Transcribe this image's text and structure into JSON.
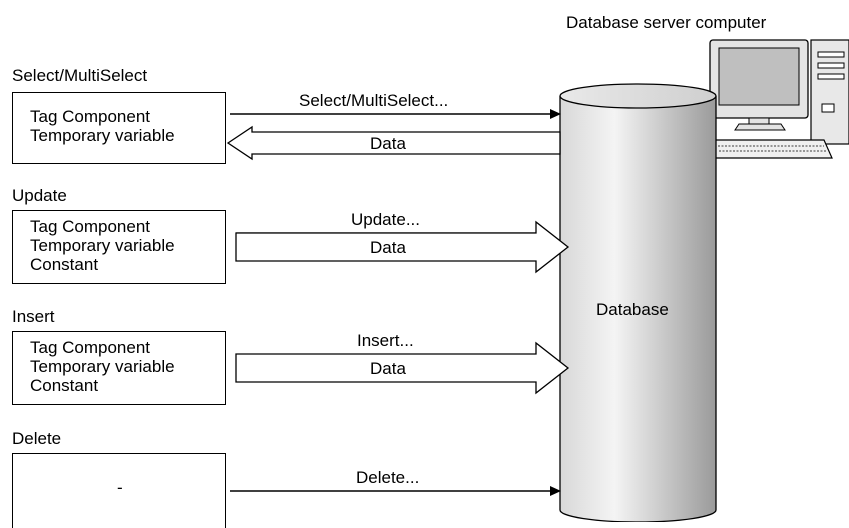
{
  "server_label": "Database server computer",
  "database_label": "Database",
  "sections": [
    {
      "title": "Select/MultiSelect",
      "box_lines": [
        "Tag Component",
        "Temporary variable"
      ],
      "command_label": "Select/MultiSelect...",
      "data_label": "Data"
    },
    {
      "title": "Update",
      "box_lines": [
        "Tag Component",
        "Temporary variable",
        "Constant"
      ],
      "command_label": "Update...",
      "data_label": "Data"
    },
    {
      "title": "Insert",
      "box_lines": [
        "Tag Component",
        "Temporary variable",
        "Constant"
      ],
      "command_label": "Insert...",
      "data_label": "Data"
    },
    {
      "title": "Delete",
      "box_lines": [
        "-"
      ],
      "command_label": "Delete..."
    }
  ],
  "icons": {
    "server": "computer-icon",
    "database": "database-cylinder"
  }
}
